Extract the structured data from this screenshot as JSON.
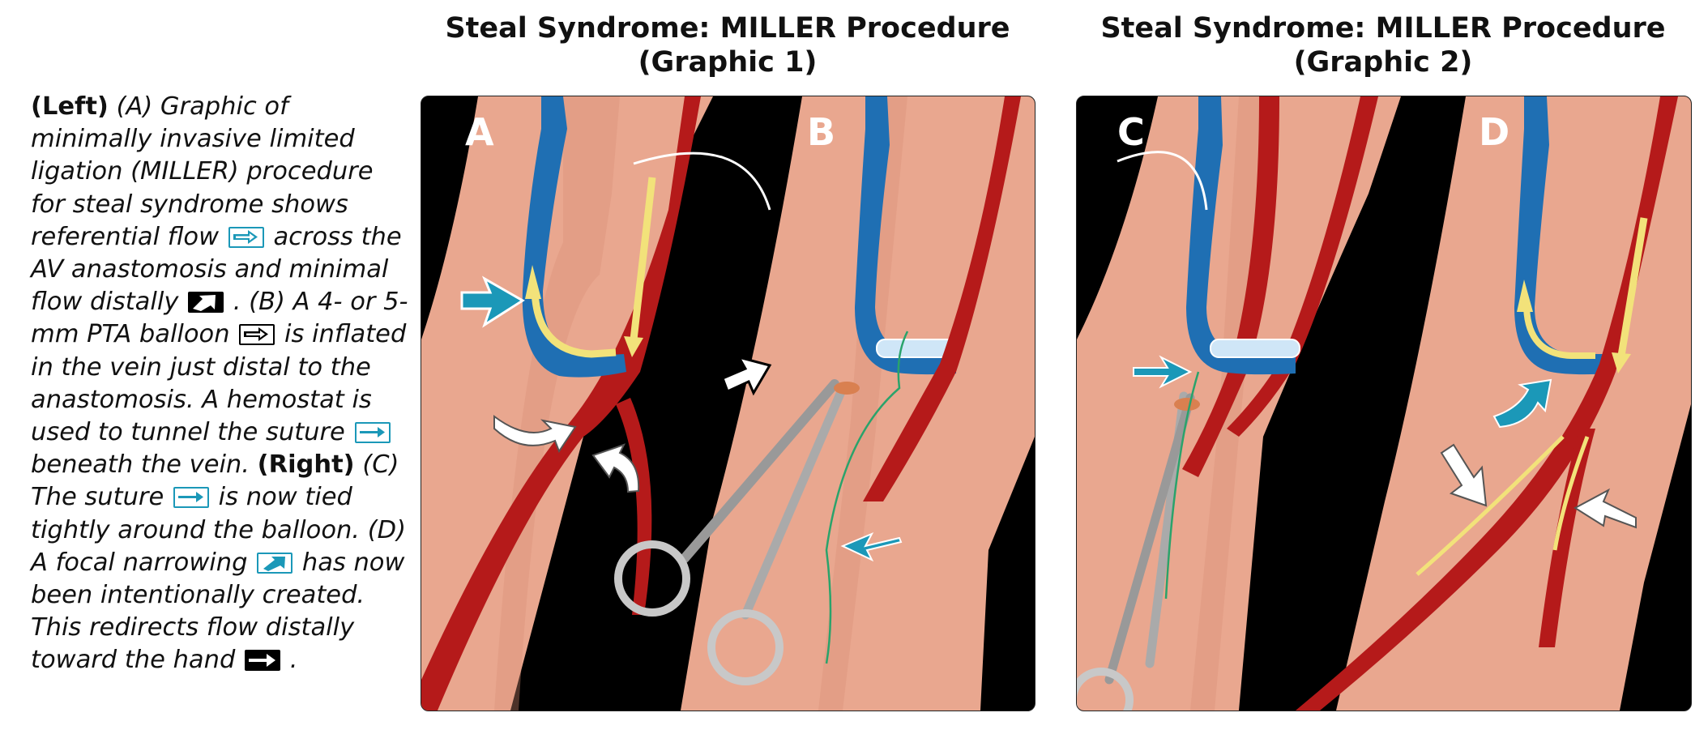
{
  "caption": {
    "left_lead": "(Left)",
    "seg1": "(A) Graphic of minimally invasive limited ligation (MILLER) procedure for steal syndrome shows referential flow",
    "seg2": "across the AV anastomosis and minimal flow distally",
    "seg3": ". (B) A 4- or 5-mm PTA balloon",
    "seg4": "is inflated in the vein just distal to the anastomosis. A hemostat is used to tunnel the suture",
    "seg5": "beneath the vein.",
    "right_lead": "(Right)",
    "seg6": "(C) The suture",
    "seg7": "is now tied tightly around the balloon. (D) A focal narrowing",
    "seg8": "has now been intentionally created. This redirects flow distally toward the hand",
    "seg9": "."
  },
  "graphic1": {
    "title_line1": "Steal Syndrome: MILLER Procedure",
    "title_line2": "(Graphic 1)",
    "label_a": "A",
    "label_b": "B"
  },
  "graphic2": {
    "title_line1": "Steal Syndrome: MILLER Procedure",
    "title_line2": "(Graphic 2)",
    "label_c": "C",
    "label_d": "D"
  },
  "colors": {
    "skin": "#e9a78f",
    "artery": "#b51a1a",
    "vein": "#1f6fb3",
    "flow_arrow": "#f2e27a",
    "pointer_blue": "#1b98b8",
    "background": "#000000"
  }
}
